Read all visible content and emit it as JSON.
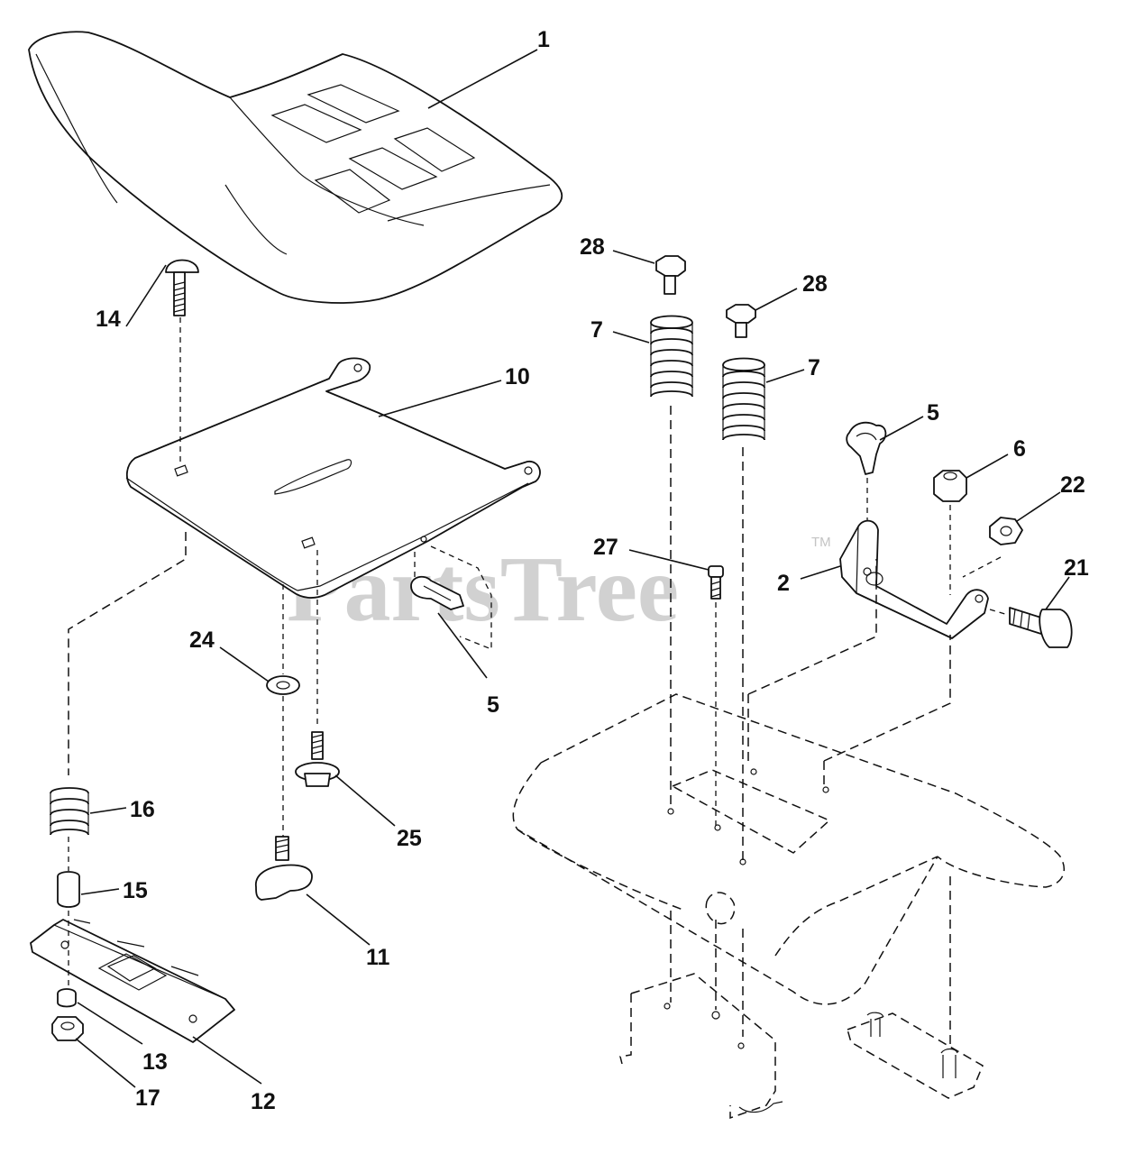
{
  "watermark": {
    "text": "PartsTree",
    "trademark": "TM"
  },
  "callouts": [
    {
      "id": "c1",
      "label": "1"
    },
    {
      "id": "c28a",
      "label": "28"
    },
    {
      "id": "c28b",
      "label": "28"
    },
    {
      "id": "c7a",
      "label": "7"
    },
    {
      "id": "c7b",
      "label": "7"
    },
    {
      "id": "c14",
      "label": "14"
    },
    {
      "id": "c10",
      "label": "10"
    },
    {
      "id": "c5a",
      "label": "5"
    },
    {
      "id": "c6",
      "label": "6"
    },
    {
      "id": "c22",
      "label": "22"
    },
    {
      "id": "c27",
      "label": "27"
    },
    {
      "id": "c2",
      "label": "2"
    },
    {
      "id": "c21",
      "label": "21"
    },
    {
      "id": "c24",
      "label": "24"
    },
    {
      "id": "c5b",
      "label": "5"
    },
    {
      "id": "c25",
      "label": "25"
    },
    {
      "id": "c16",
      "label": "16"
    },
    {
      "id": "c15",
      "label": "15"
    },
    {
      "id": "c11",
      "label": "11"
    },
    {
      "id": "c13",
      "label": "13"
    },
    {
      "id": "c17",
      "label": "17"
    },
    {
      "id": "c12",
      "label": "12"
    }
  ]
}
